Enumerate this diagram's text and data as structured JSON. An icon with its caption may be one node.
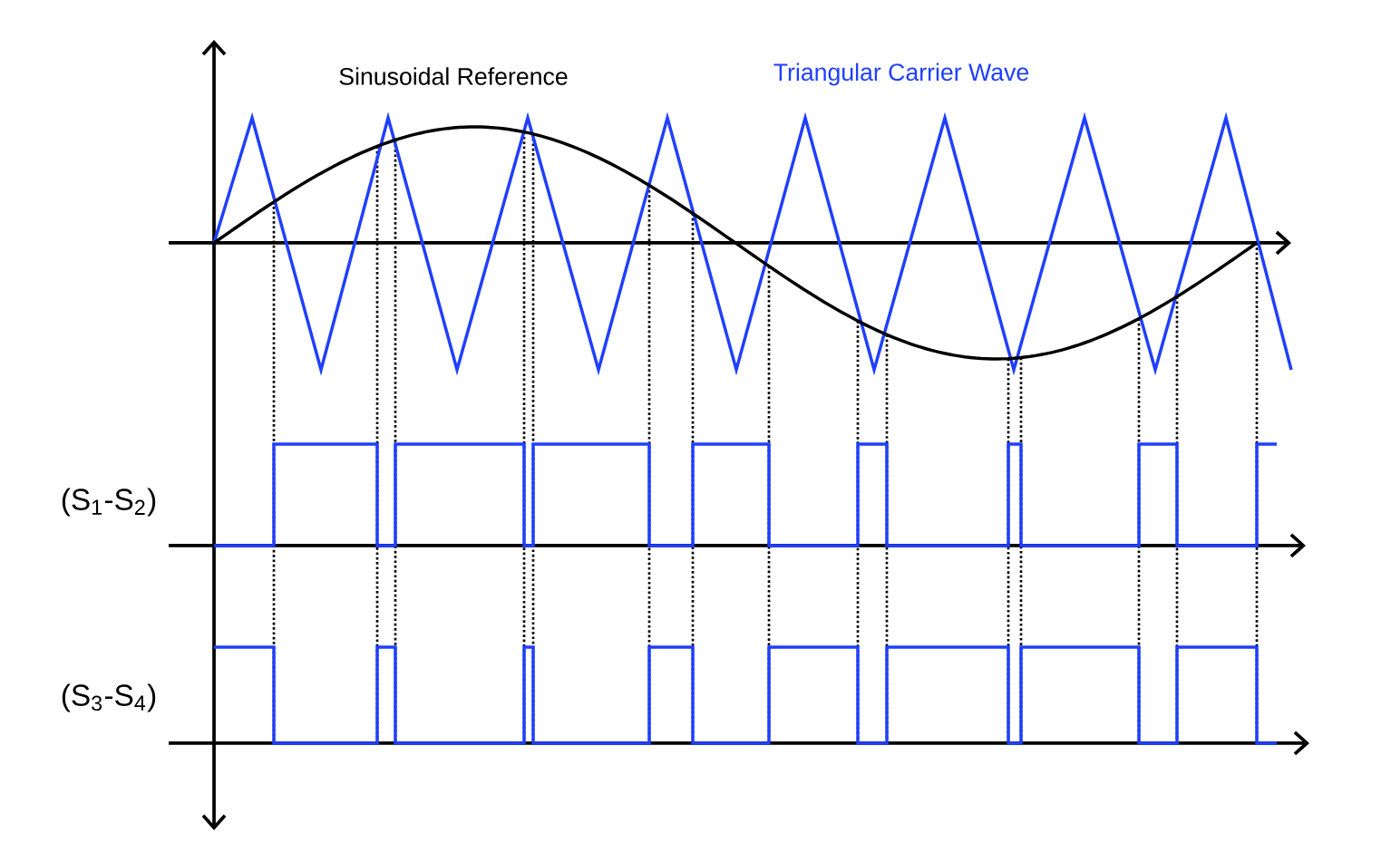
{
  "diagram": {
    "labels": [
      "Sinusoidal Reference",
      "Triangular Carrier Wave",
      "(S$_{1}$-S$_{2}$)",
      "(S$_{3}$-S$_{4}$)"
    ]
  }
}
